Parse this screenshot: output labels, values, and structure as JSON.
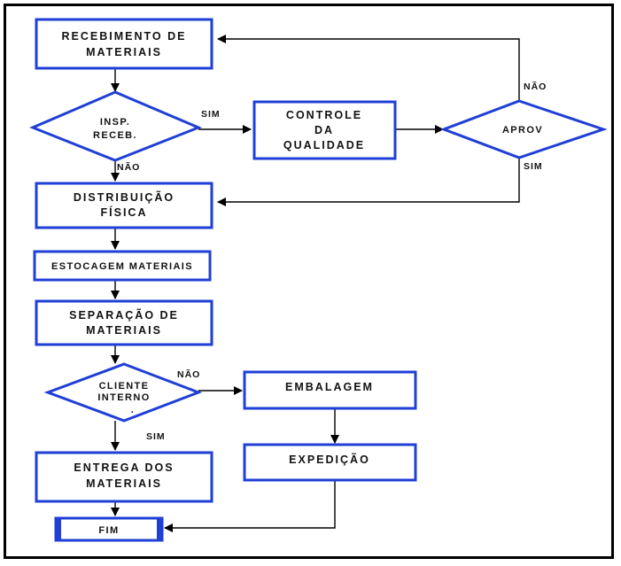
{
  "diagram": {
    "nodes": {
      "recebimento": [
        "RECEBIMENTO DE",
        "MATERIAIS"
      ],
      "insp": [
        "INSP.",
        "RECEB."
      ],
      "controle": [
        "CONTROLE",
        "DA",
        "QUALIDADE"
      ],
      "aprov": [
        "APROV"
      ],
      "distribuicao": [
        "DISTRIBUIÇÃO",
        "FÍSICA"
      ],
      "estocagem": [
        "ESTOCAGEM MATERIAIS"
      ],
      "separacao": [
        "SEPARAÇÃO DE",
        "MATERIAIS"
      ],
      "cliente": [
        "CLIENTE",
        "INTERNO",
        "."
      ],
      "embalagem": [
        "EMBALAGEM"
      ],
      "expedicao": [
        "EXPEDIÇÃO"
      ],
      "entrega": [
        "ENTREGA DOS",
        "MATERIAIS"
      ],
      "fim": [
        "FIM"
      ]
    },
    "edge_labels": {
      "insp_sim": "SIM",
      "insp_nao": "NÃO",
      "aprov_nao": "NÃO",
      "aprov_sim": "SIM",
      "cliente_nao": "NÃO",
      "cliente_sim": "SIM"
    },
    "colors": {
      "shape_border": "#1f3fd6",
      "line": "#000000",
      "text": "#111111"
    }
  }
}
